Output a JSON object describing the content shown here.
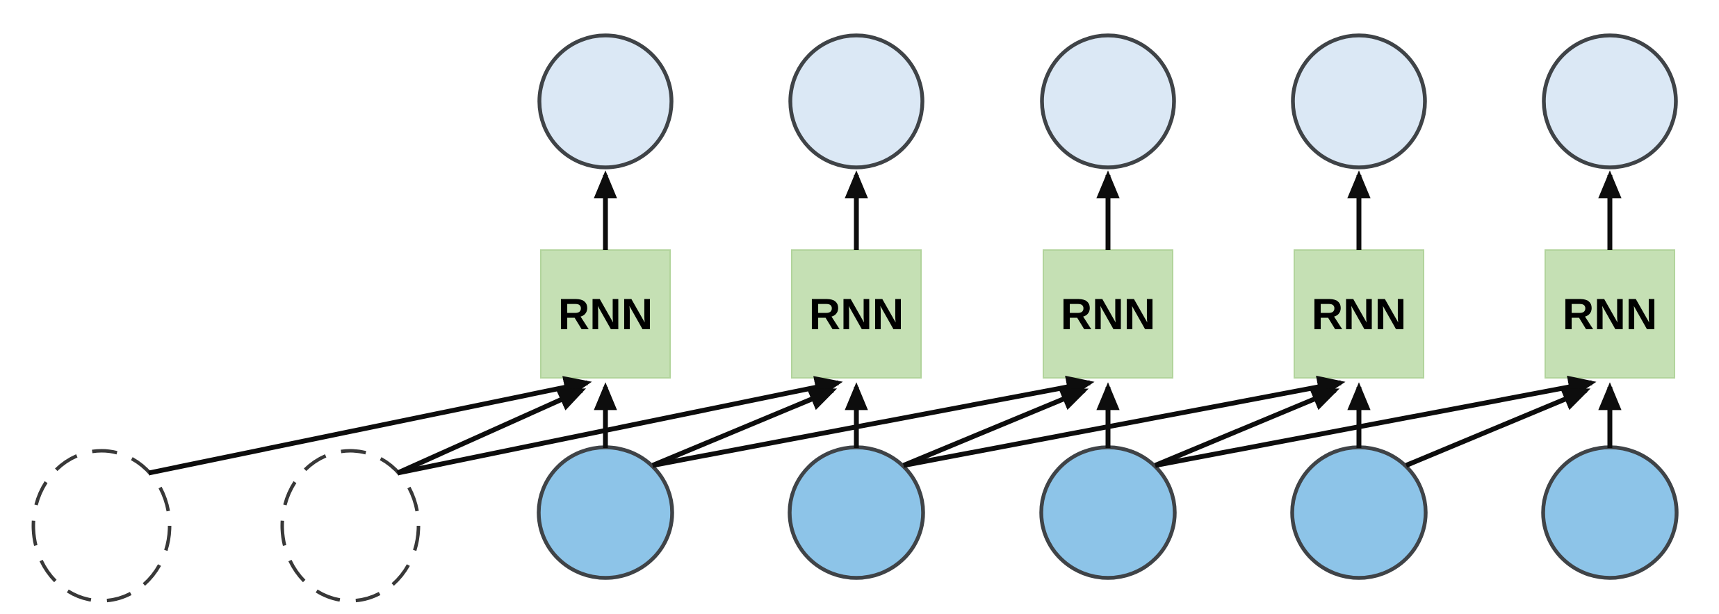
{
  "diagram": {
    "kind": "rnn-sliding-window-network",
    "background": "#ffffff",
    "colors": {
      "output_fill": "#dbe8f5",
      "output_stroke": "#3f4347",
      "rnn_fill": "#c5e0b4",
      "rnn_border": "#b2d49c",
      "rnn_text": "#000000",
      "input_fill": "#8dc4e8",
      "input_stroke": "#3f4347",
      "context_stroke": "#383838",
      "arrow": "#0d0d0d"
    },
    "nodes": {
      "outputs": [
        {
          "id": "y1"
        },
        {
          "id": "y2"
        },
        {
          "id": "y3"
        },
        {
          "id": "y4"
        },
        {
          "id": "y5"
        }
      ],
      "rnn_cells": [
        {
          "id": "r1",
          "label": "RNN"
        },
        {
          "id": "r2",
          "label": "RNN"
        },
        {
          "id": "r3",
          "label": "RNN"
        },
        {
          "id": "r4",
          "label": "RNN"
        },
        {
          "id": "r5",
          "label": "RNN"
        }
      ],
      "inputs": [
        {
          "id": "x1"
        },
        {
          "id": "x2"
        },
        {
          "id": "x3"
        },
        {
          "id": "x4"
        },
        {
          "id": "x5"
        }
      ],
      "context_inputs": [
        {
          "id": "c1"
        },
        {
          "id": "c2"
        }
      ]
    },
    "edges": [
      {
        "from": "r1",
        "to": "y1"
      },
      {
        "from": "r2",
        "to": "y2"
      },
      {
        "from": "r3",
        "to": "y3"
      },
      {
        "from": "r4",
        "to": "y4"
      },
      {
        "from": "r5",
        "to": "y5"
      },
      {
        "from": "x1",
        "to": "r1"
      },
      {
        "from": "x2",
        "to": "r2"
      },
      {
        "from": "x3",
        "to": "r3"
      },
      {
        "from": "x4",
        "to": "r4"
      },
      {
        "from": "x5",
        "to": "r5"
      },
      {
        "from": "c1",
        "to": "r1"
      },
      {
        "from": "c2",
        "to": "r1"
      },
      {
        "from": "c2",
        "to": "r2"
      },
      {
        "from": "x1",
        "to": "r2"
      },
      {
        "from": "x1",
        "to": "r3"
      },
      {
        "from": "x2",
        "to": "r3"
      },
      {
        "from": "x2",
        "to": "r4"
      },
      {
        "from": "x3",
        "to": "r4"
      },
      {
        "from": "x3",
        "to": "r5"
      },
      {
        "from": "x4",
        "to": "r5"
      }
    ]
  }
}
